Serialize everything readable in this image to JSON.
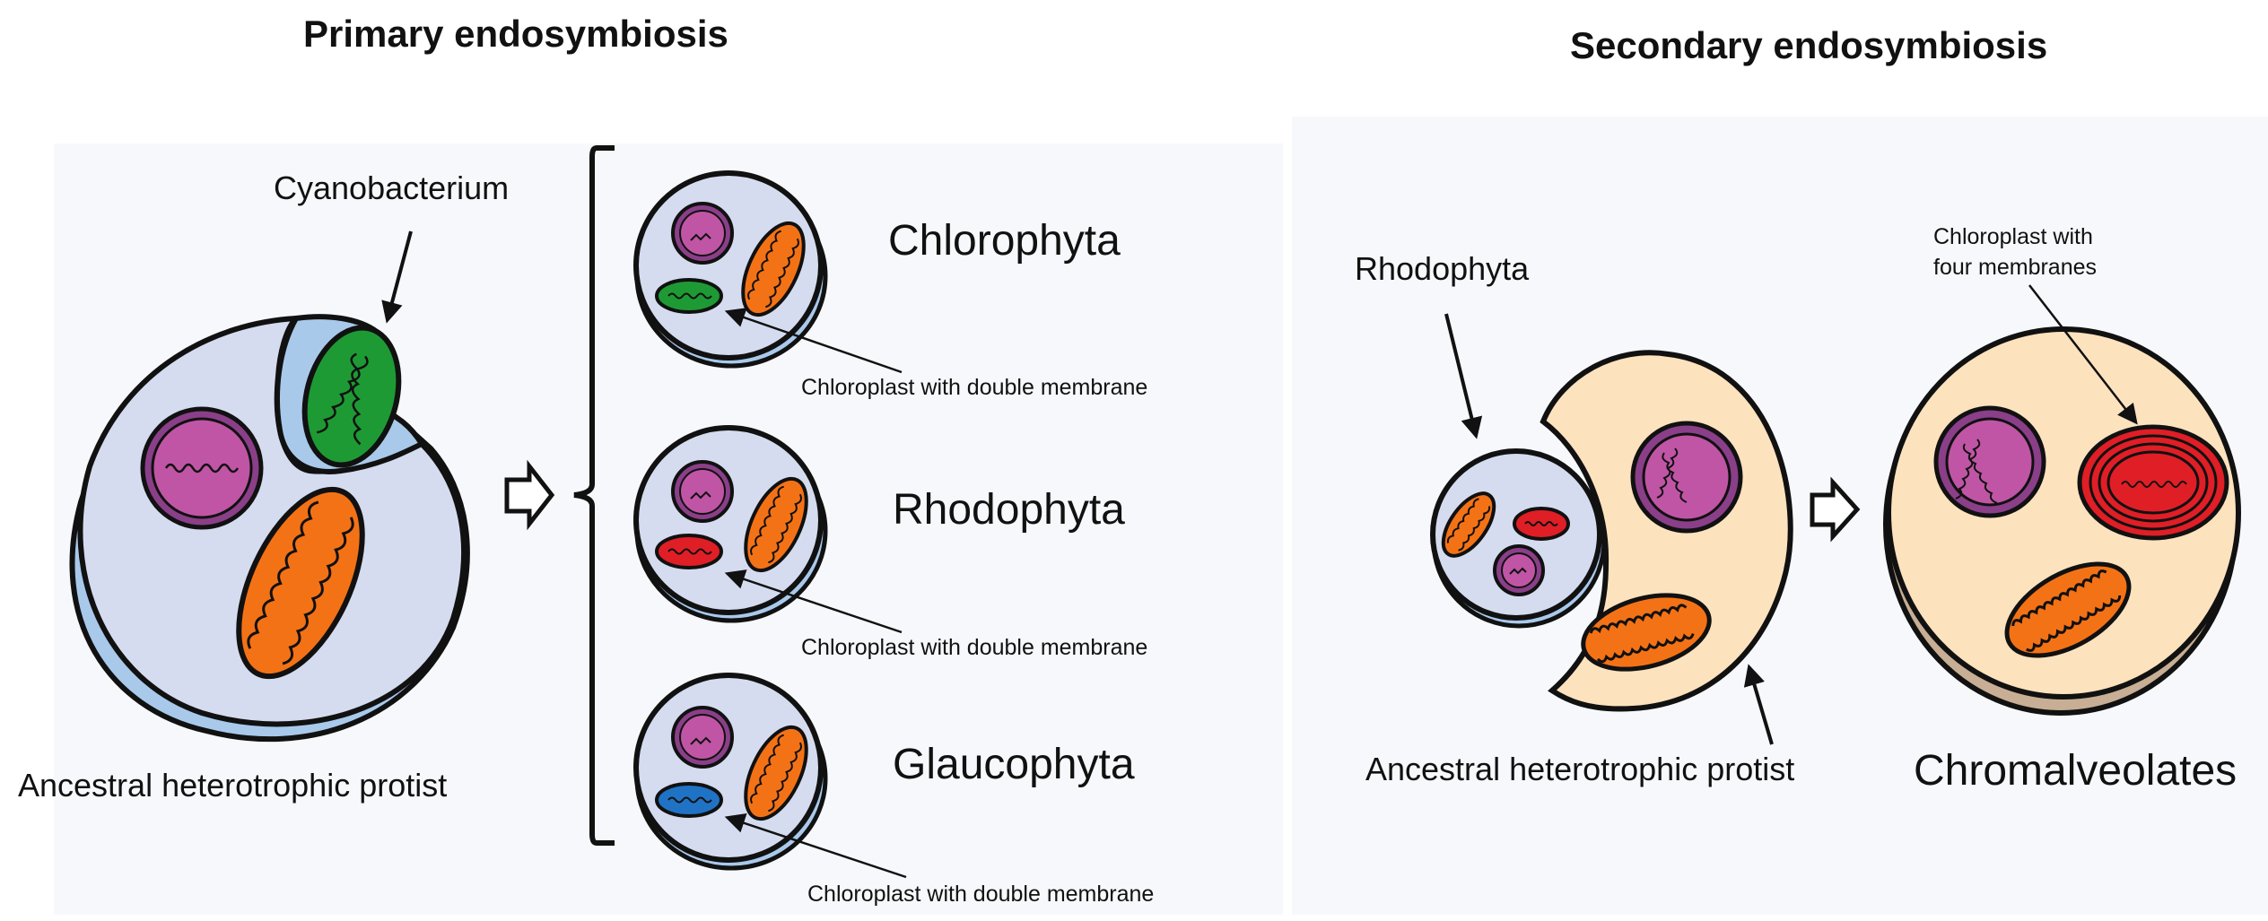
{
  "titles": {
    "primary": "Primary endosymbiosis",
    "secondary": "Secondary endosymbiosis"
  },
  "labels": {
    "cyanobacterium": "Cyanobacterium",
    "ancestral_primary": "Ancestral heterotrophic protist",
    "chlorophyta": "Chlorophyta",
    "rhodophyta_result": "Rhodophyta",
    "glaucophyta": "Glaucophyta",
    "chloroplast_double_1": "Chloroplast with double membrane",
    "chloroplast_double_2": "Chloroplast with double membrane",
    "chloroplast_double_3": "Chloroplast with double membrane",
    "rhodophyta_secondary": "Rhodophyta",
    "ancestral_secondary": "Ancestral heterotrophic protist",
    "chromalveolates": "Chromalveolates",
    "four_membranes_line1": "Chloroplast with",
    "four_membranes_line2": "four membranes"
  },
  "colors": {
    "cell_blue": "#d5dcef",
    "cell_blue_shadow": "#a9c9eb",
    "cell_peach": "#fde2be",
    "cell_peach_shadow": "#c7ae94",
    "nucleus": "#c055a5",
    "nucleus_ring": "#8a3f88",
    "mitochondrion": "#f47216",
    "chloroplast_green": "#1e9a34",
    "chloroplast_red": "#e01e26",
    "chloroplast_blue": "#2073c4",
    "background_panel": "#f7f8fb"
  }
}
